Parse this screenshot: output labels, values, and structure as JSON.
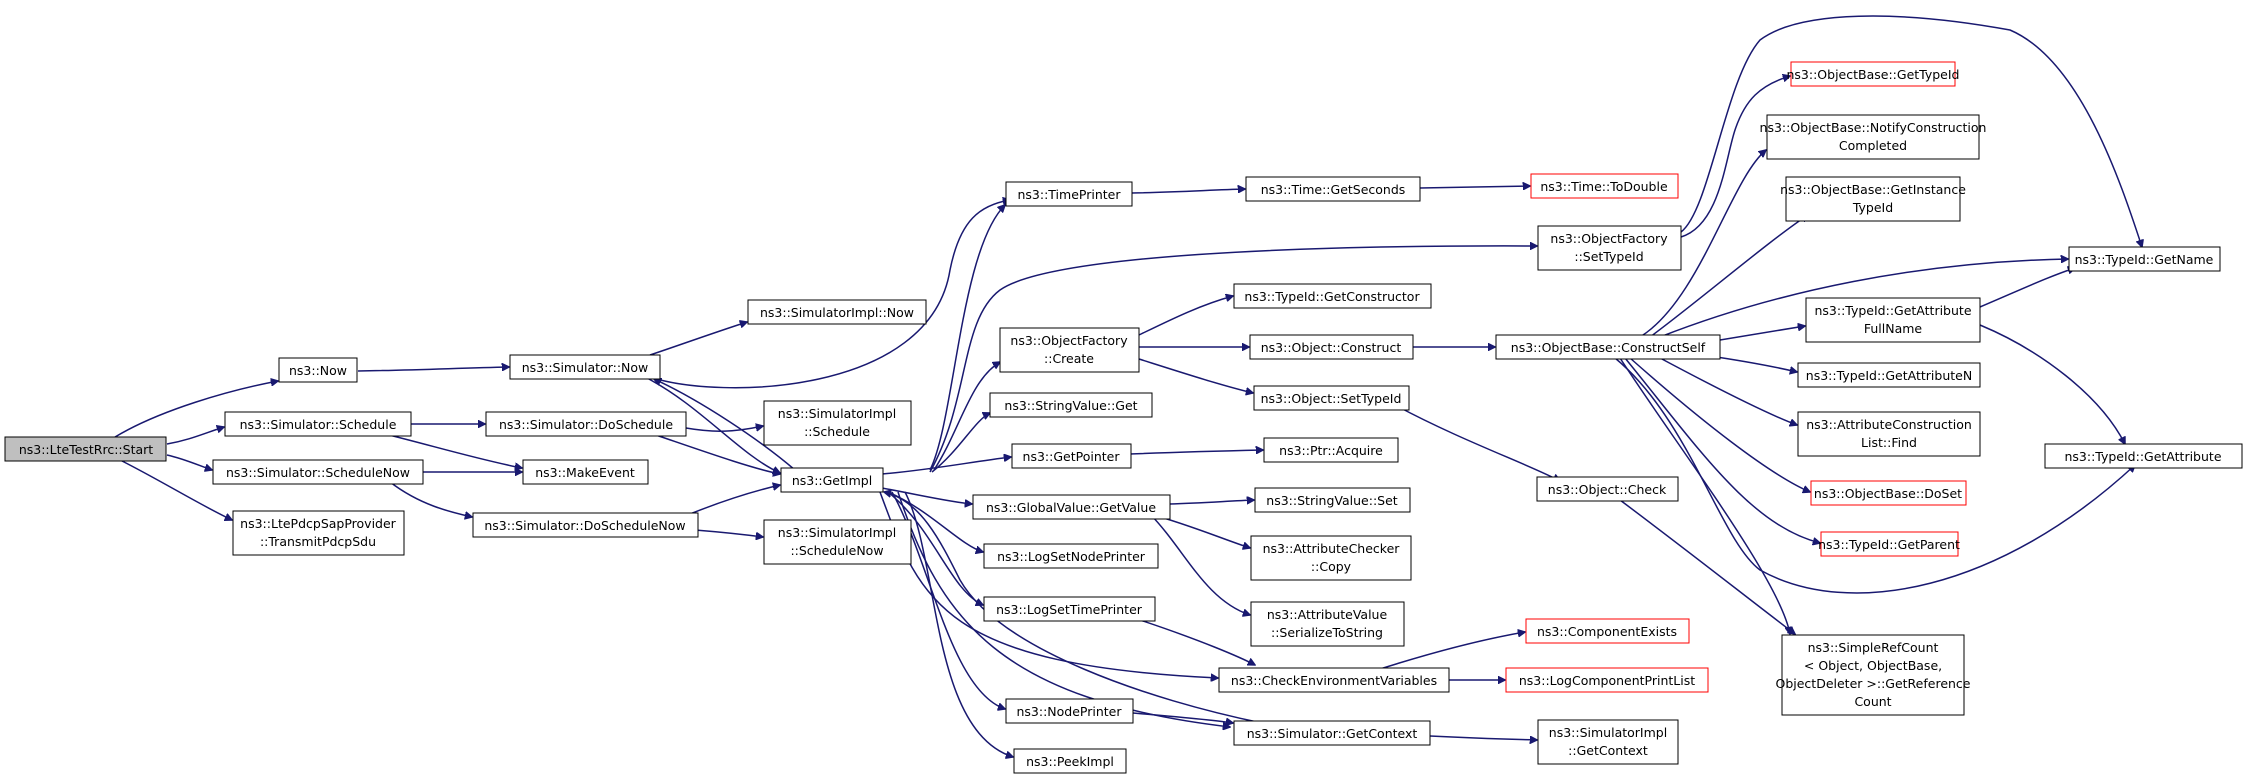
{
  "diagram": {
    "title": "",
    "colors": {
      "edge": "#191970",
      "default_border": "#000000",
      "incomplete_border": "#ff0000",
      "root_fill": "#bfbfbf"
    },
    "nodes": {
      "start": {
        "lines": [
          "ns3::LteTestRrc::Start"
        ],
        "style": "root"
      },
      "now": {
        "lines": [
          "ns3::Now"
        ]
      },
      "sim_schedule": {
        "lines": [
          "ns3::Simulator::Schedule"
        ]
      },
      "sim_schedulenow": {
        "lines": [
          "ns3::Simulator::ScheduleNow"
        ]
      },
      "transmit": {
        "lines": [
          "ns3::LtePdcpSapProvider",
          "::TransmitPdcpSdu"
        ]
      },
      "sim_now": {
        "lines": [
          "ns3::Simulator::Now"
        ]
      },
      "sim_doschedule": {
        "lines": [
          "ns3::Simulator::DoSchedule"
        ]
      },
      "makeevent": {
        "lines": [
          "ns3::MakeEvent"
        ]
      },
      "sim_doschedulenow": {
        "lines": [
          "ns3::Simulator::DoScheduleNow"
        ]
      },
      "impl_now": {
        "lines": [
          "ns3::SimulatorImpl::Now"
        ]
      },
      "impl_schedule": {
        "lines": [
          "ns3::SimulatorImpl",
          "::Schedule"
        ]
      },
      "getimpl": {
        "lines": [
          "ns3::GetImpl"
        ]
      },
      "impl_schedulenow": {
        "lines": [
          "ns3::SimulatorImpl",
          "::ScheduleNow"
        ]
      },
      "timeprinter": {
        "lines": [
          "ns3::TimePrinter"
        ]
      },
      "of_create": {
        "lines": [
          "ns3::ObjectFactory",
          "::Create"
        ]
      },
      "sv_get": {
        "lines": [
          "ns3::StringValue::Get"
        ]
      },
      "getpointer": {
        "lines": [
          "ns3::GetPointer"
        ]
      },
      "gv_getvalue": {
        "lines": [
          "ns3::GlobalValue::GetValue"
        ]
      },
      "logsetnodeprinter": {
        "lines": [
          "ns3::LogSetNodePrinter"
        ]
      },
      "logsettimeprinter": {
        "lines": [
          "ns3::LogSetTimePrinter"
        ]
      },
      "nodeprinter": {
        "lines": [
          "ns3::NodePrinter"
        ]
      },
      "peekimpl": {
        "lines": [
          "ns3::PeekImpl"
        ]
      },
      "time_getseconds": {
        "lines": [
          "ns3::Time::GetSeconds"
        ]
      },
      "typeid_getconstructor": {
        "lines": [
          "ns3::TypeId::GetConstructor"
        ]
      },
      "object_construct": {
        "lines": [
          "ns3::Object::Construct"
        ]
      },
      "object_settypeid": {
        "lines": [
          "ns3::Object::SetTypeId"
        ]
      },
      "ptr_acquire": {
        "lines": [
          "ns3::Ptr::Acquire"
        ]
      },
      "sv_set": {
        "lines": [
          "ns3::StringValue::Set"
        ]
      },
      "ac_copy": {
        "lines": [
          "ns3::AttributeChecker",
          "::Copy"
        ]
      },
      "av_serialize": {
        "lines": [
          "ns3::AttributeValue",
          "::SerializeToString"
        ]
      },
      "checkenv": {
        "lines": [
          "ns3::CheckEnvironmentVariables"
        ]
      },
      "sim_getcontext": {
        "lines": [
          "ns3::Simulator::GetContext"
        ]
      },
      "time_todouble": {
        "lines": [
          "ns3::Time::ToDouble"
        ],
        "style": "red"
      },
      "of_settypeid": {
        "lines": [
          "ns3::ObjectFactory",
          "::SetTypeId"
        ]
      },
      "ob_constructself": {
        "lines": [
          "ns3::ObjectBase::ConstructSelf"
        ]
      },
      "object_check": {
        "lines": [
          "ns3::Object::Check"
        ]
      },
      "componentexists": {
        "lines": [
          "ns3::ComponentExists"
        ],
        "style": "red"
      },
      "logcomponentprintlist": {
        "lines": [
          "ns3::LogComponentPrintList"
        ],
        "style": "red"
      },
      "impl_getcontext": {
        "lines": [
          "ns3::SimulatorImpl",
          "::GetContext"
        ]
      },
      "ob_gettypeid": {
        "lines": [
          "ns3::ObjectBase::GetTypeId"
        ],
        "style": "red"
      },
      "ob_notify": {
        "lines": [
          "ns3::ObjectBase::NotifyConstruction",
          "Completed"
        ]
      },
      "ob_getinstancetypeid": {
        "lines": [
          "ns3::ObjectBase::GetInstance",
          "TypeId"
        ]
      },
      "typeid_getattrfullname": {
        "lines": [
          "ns3::TypeId::GetAttribute",
          "FullName"
        ]
      },
      "typeid_getattrn": {
        "lines": [
          "ns3::TypeId::GetAttributeN"
        ]
      },
      "acl_find": {
        "lines": [
          "ns3::AttributeConstruction",
          "List::Find"
        ]
      },
      "ob_doset": {
        "lines": [
          "ns3::ObjectBase::DoSet"
        ],
        "style": "red"
      },
      "typeid_getparent": {
        "lines": [
          "ns3::TypeId::GetParent"
        ],
        "style": "red"
      },
      "simplerefcount": {
        "lines": [
          "ns3::SimpleRefCount",
          "< Object, ObjectBase,",
          " ObjectDeleter >::GetReference",
          "Count"
        ]
      },
      "typeid_getname": {
        "lines": [
          "ns3::TypeId::GetName"
        ]
      },
      "typeid_getattribute": {
        "lines": [
          "ns3::TypeId::GetAttribute"
        ]
      }
    }
  }
}
